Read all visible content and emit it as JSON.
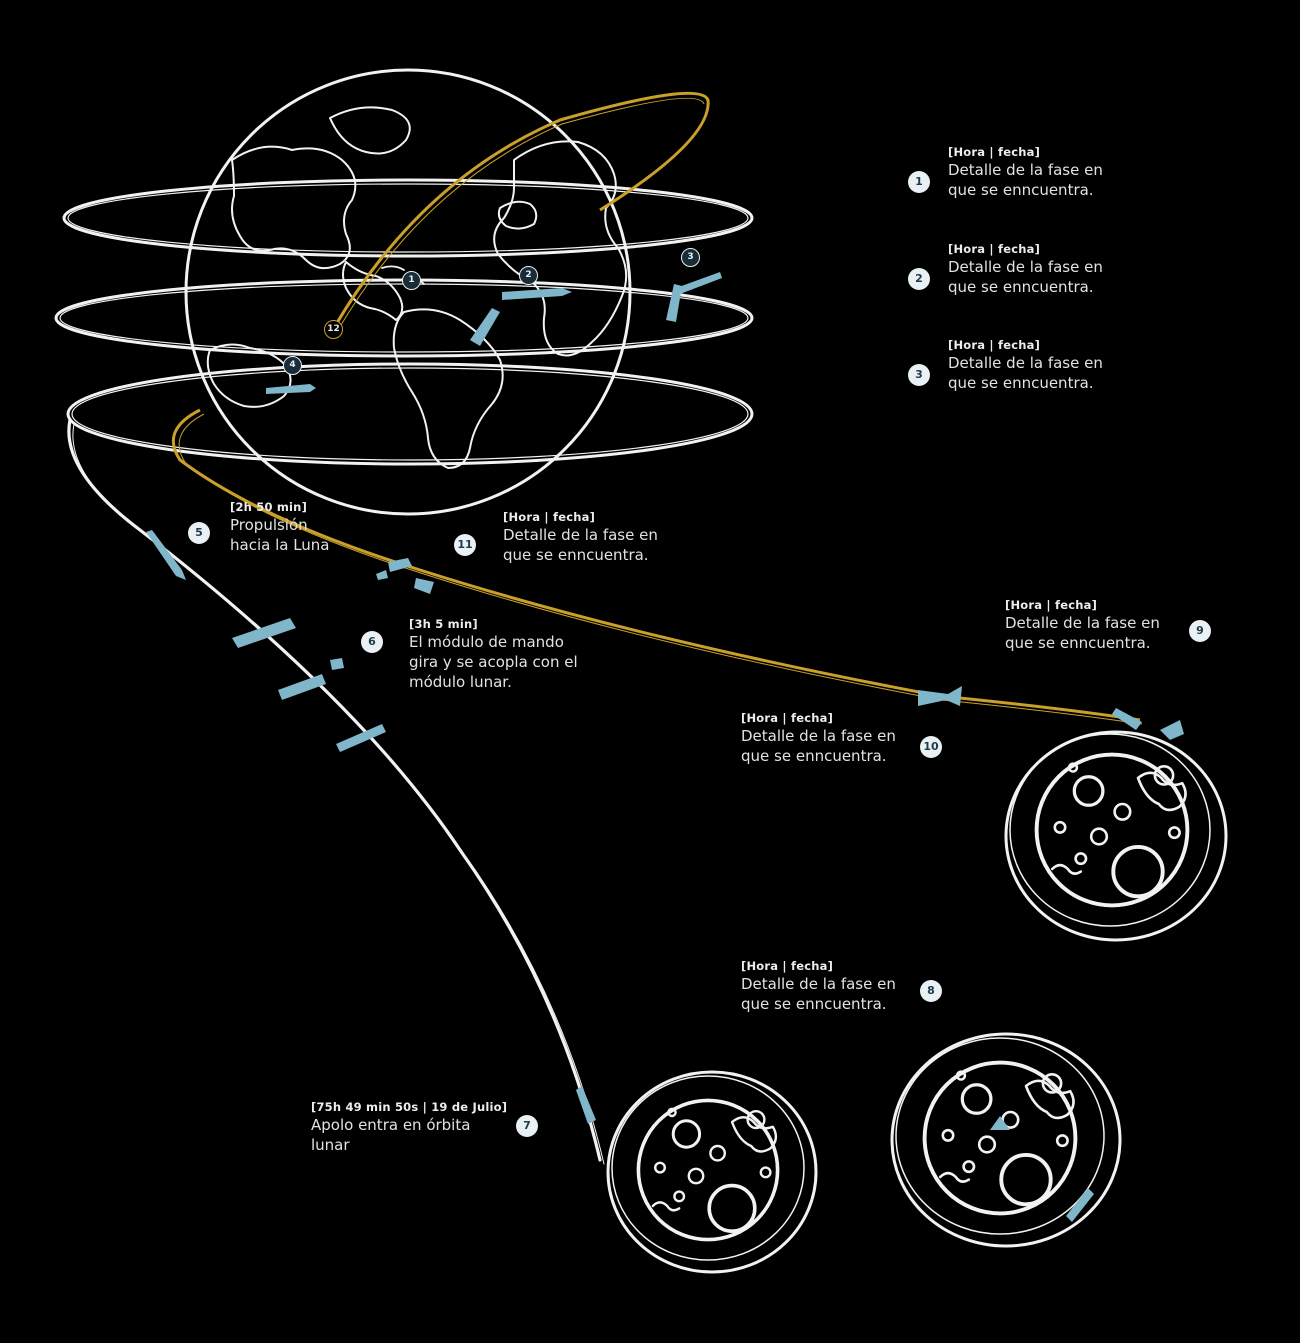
{
  "colors": {
    "background": "#000000",
    "chalk": "#f2f2f2",
    "spacecraft": "#7fb6c9",
    "gold_trajectory": "#c9a02a",
    "badge_fill": "#e9f1f4",
    "badge_text": "#1f3a4a"
  },
  "markers": {
    "earth": [
      "1",
      "2",
      "3",
      "4",
      "12"
    ]
  },
  "legend": [
    {
      "number": "1",
      "time": "[Hora | fecha]",
      "desc": "Detalle de la fase en\nque se enncuentra."
    },
    {
      "number": "2",
      "time": "[Hora | fecha]",
      "desc": "Detalle de la fase en\nque se enncuentra."
    },
    {
      "number": "3",
      "time": "[Hora | fecha]",
      "desc": "Detalle de la fase en\nque se enncuentra."
    }
  ],
  "phases": {
    "p5": {
      "number": "5",
      "time": "[2h 50 min]",
      "desc": "Propulsión\nhacia la Luna"
    },
    "p6": {
      "number": "6",
      "time": "[3h 5 min]",
      "desc": "El módulo de  mando\ngira y se acopla con el\nmódulo lunar."
    },
    "p7": {
      "number": "7",
      "time": "[75h 49 min 50s  | 19 de Julio]",
      "desc": "Apolo entra en órbita\nlunar"
    },
    "p8": {
      "number": "8",
      "time": "[Hora | fecha]",
      "desc": "Detalle de la fase en\nque se enncuentra."
    },
    "p9": {
      "number": "9",
      "time": "[Hora | fecha]",
      "desc": "Detalle de la fase en\nque se enncuentra."
    },
    "p10": {
      "number": "10",
      "time": "[Hora | fecha]",
      "desc": "Detalle de la fase en\nque se enncuentra."
    },
    "p11": {
      "number": "11",
      "time": "[Hora | fecha]",
      "desc": "Detalle de la fase en\nque se enncuentra."
    }
  }
}
